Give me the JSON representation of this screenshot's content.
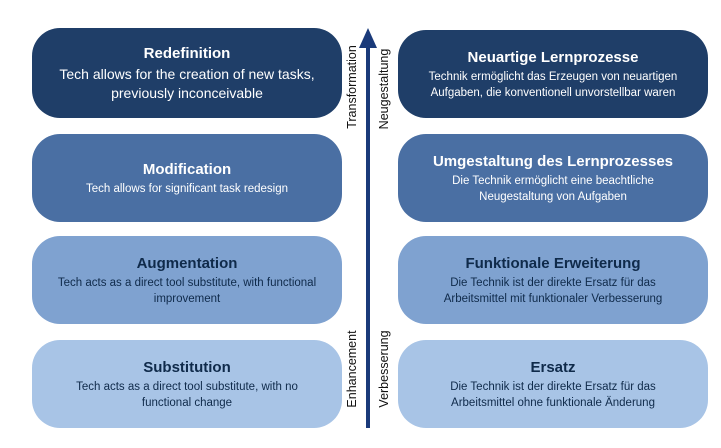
{
  "left": [
    {
      "title": "Redefinition",
      "desc_lines": [
        "Tech allows for the creation of new tasks,",
        "previously inconceivable"
      ]
    },
    {
      "title": "Modification",
      "desc_lines": [
        "Tech allows for significant task redesign"
      ]
    },
    {
      "title": "Augmentation",
      "desc_lines": [
        "Tech acts as a direct tool substitute, with functional",
        "improvement"
      ]
    },
    {
      "title": "Substitution",
      "desc_lines": [
        "Tech acts as a direct tool substitute, with no",
        "functional change"
      ]
    }
  ],
  "right": [
    {
      "title": "Neuartige Lernprozesse",
      "desc_lines": [
        "Technik ermöglicht das Erzeugen von neuartigen",
        "Aufgaben, die konventionell unvorstellbar waren"
      ]
    },
    {
      "title": "Umgestaltung des Lernprozesses",
      "desc_lines": [
        "Die Technik ermöglicht eine beachtliche",
        "Neugestaltung von Aufgaben"
      ]
    },
    {
      "title": "Funktionale Erweiterung",
      "desc_lines": [
        "Die Technik ist der direkte Ersatz für das",
        "Arbeitsmittel mit funktionaler Verbesserung"
      ]
    },
    {
      "title": "Ersatz",
      "desc_lines": [
        "Die Technik ist der direkte Ersatz für das",
        "Arbeitsmittel ohne funktionale Änderung"
      ]
    }
  ],
  "axis": {
    "top_en": "Transformation",
    "top_de": "Neugestaltung",
    "bottom_en": "Enhancement",
    "bottom_de": "Verbesserung"
  },
  "colors": {
    "level1": "#1f3e68",
    "level2": "#4a6fa3",
    "level3": "#7fa2d0",
    "level4": "#a8c4e6",
    "arrow": "#1a3a7a"
  }
}
